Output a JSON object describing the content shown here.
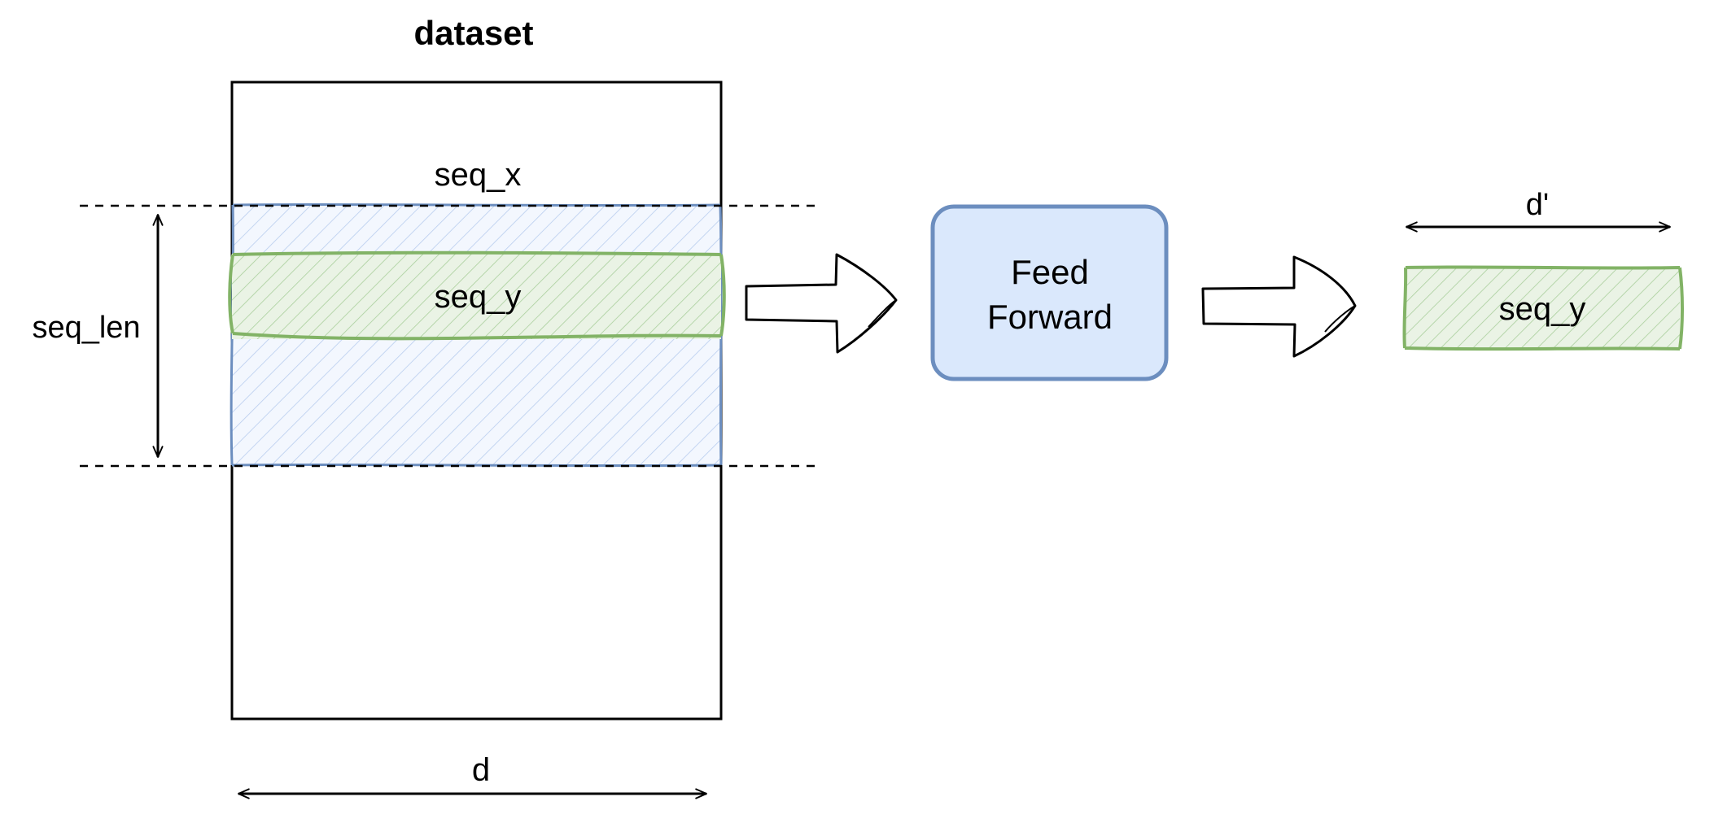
{
  "diagram": {
    "title": "dataset",
    "seq_x_label": "seq_x",
    "seq_y_label": "seq_y",
    "seq_len_label": "seq_len",
    "d_label": "d",
    "d_prime_label": "d'",
    "output_label": "seq_y",
    "model": {
      "line1": "Feed",
      "line2": "Forward"
    }
  },
  "colors": {
    "window_fill": "#dae8fc",
    "window_stroke": "#6c8ebf",
    "target_fill": "#d5e8d4",
    "target_stroke": "#82b366",
    "model_fill": "#dae8fc",
    "model_stroke": "#6c8ebf",
    "ink": "#000000"
  }
}
